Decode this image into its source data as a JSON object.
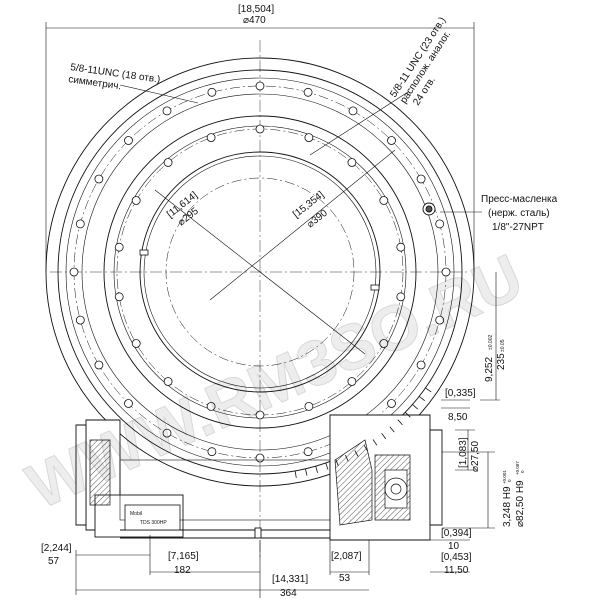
{
  "outer_diameter": {
    "inch": "[18,504]",
    "mm": "⌀470"
  },
  "bolt_circle_inner": {
    "inch": "[11,614]",
    "mm": "⌀295"
  },
  "bolt_circle_outer": {
    "inch": "[15,354]",
    "mm": "⌀390"
  },
  "callout_inner_bolts": {
    "line1": "5/8-11UNC (18 отв.)",
    "line2": "симметрич."
  },
  "callout_outer_bolts": {
    "line1": "5/8-11 UNC (23 отв.)",
    "line2": "располож. аналог.",
    "line3": "24 отв."
  },
  "grease_fitting": {
    "line1": "Пресс-масленка",
    "line2": "(нерж. сталь)",
    "line3": "1/8\"-27NPT"
  },
  "dim_height_235": {
    "inch": "9,252",
    "inch_tol": "±0.002",
    "mm": "235",
    "mm_tol": "±0.05"
  },
  "dim_0335": {
    "inch": "[0,335]",
    "mm": "8,50"
  },
  "dim_1083": {
    "inch": "[1,083]",
    "mm": "⌀27,50"
  },
  "dim_3248": {
    "inch": "3,248 H9",
    "inch_tol_upper": "+0.001",
    "inch_tol_lower": "0",
    "mm": "⌀82,50 H9",
    "mm_tol_upper": "+0.087",
    "mm_tol_lower": "0"
  },
  "dim_0394": {
    "inch": "[0,394]",
    "mm": "10"
  },
  "dim_0453": {
    "inch": "[0,453]",
    "mm": "11,50"
  },
  "dim_2244": {
    "inch": "[2,244]",
    "mm": "57"
  },
  "dim_7165": {
    "inch": "[7,165]",
    "mm": "182"
  },
  "dim_2087": {
    "inch": "[2,087]",
    "mm": "53"
  },
  "dim_14331": {
    "inch": "[14,331]",
    "mm": "364"
  },
  "nameplate": {
    "brand": "Mobil",
    "text": "TDS 300HP"
  },
  "watermark": "WWW.RM3SO.RU",
  "colors": {
    "line": "#111111",
    "hatch": "#555555",
    "watermark": "#000000"
  }
}
